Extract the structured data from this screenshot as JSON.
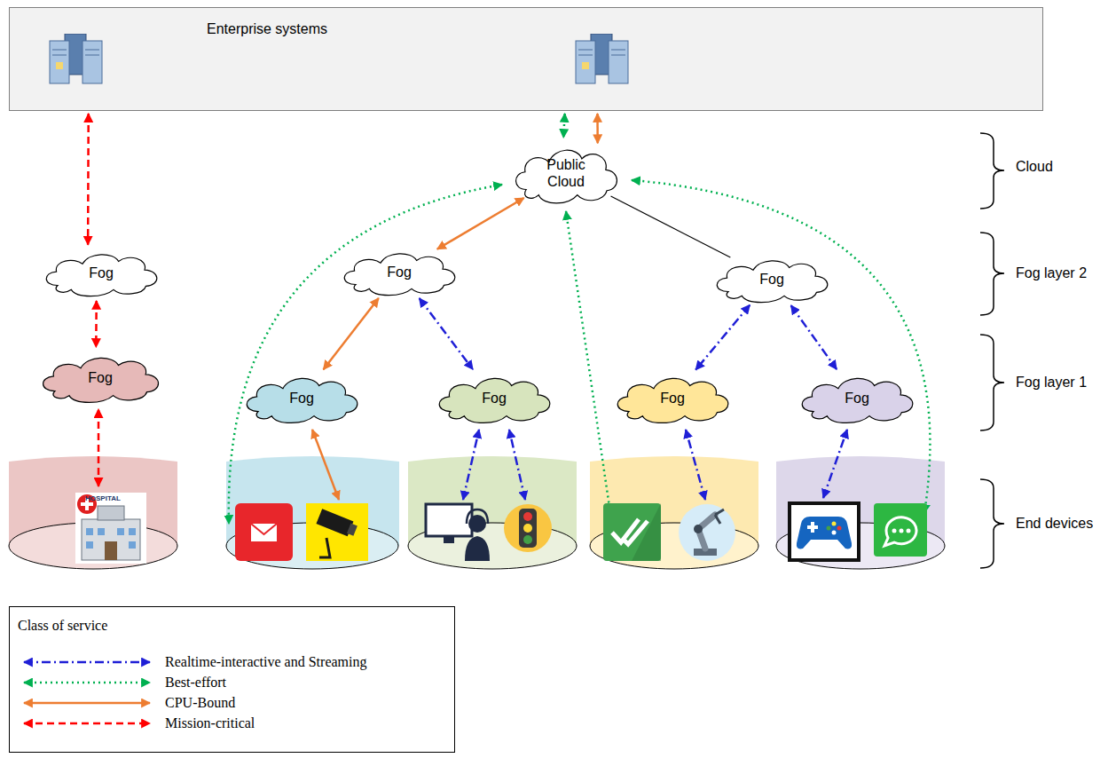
{
  "diagram": {
    "nodes": [
      {
        "text": [
          "Enterprise systems"
        ]
      },
      {
        "text": [
          "Public Cloud"
        ]
      },
      {
        "text": [
          "Fog"
        ]
      },
      {
        "text": [
          "Fog"
        ]
      },
      {
        "text": [
          "Fog"
        ]
      },
      {
        "text": [
          "Fog"
        ]
      },
      {
        "text": [
          "Fog"
        ]
      },
      {
        "text": [
          "Fog"
        ]
      },
      {
        "text": [
          "Fog"
        ]
      },
      {
        "text": [
          "Fog"
        ]
      }
    ],
    "edges": [
      {
        "from": 0,
        "to": 2,
        "arrow": "both"
      },
      {
        "from": 0,
        "to": 1,
        "arrow": "both"
      },
      {
        "from": 0,
        "to": 1,
        "arrow": "both"
      },
      {
        "from": 2,
        "to": 5,
        "arrow": "both"
      },
      {
        "from": 1,
        "to": 3,
        "arrow": "both"
      },
      {
        "from": 1,
        "to": 4,
        "arrow": "none"
      },
      {
        "from": 3,
        "to": 6,
        "arrow": "both"
      },
      {
        "from": 3,
        "to": 7,
        "arrow": "both"
      },
      {
        "from": 4,
        "to": 8,
        "arrow": "both"
      },
      {
        "from": 4,
        "to": 9,
        "arrow": "both"
      }
    ],
    "labels": [
      "HOSPITAL",
      "Cloud",
      "Fog layer 2",
      "Fog layer 1",
      "End devices",
      "Class of service"
    ],
    "legend": [
      {
        "text": "Realtime-interactive and Streaming"
      },
      {
        "text": "Best-effort"
      },
      {
        "text": "CPU-Bound"
      },
      {
        "text": "Mission-critical"
      }
    ]
  }
}
